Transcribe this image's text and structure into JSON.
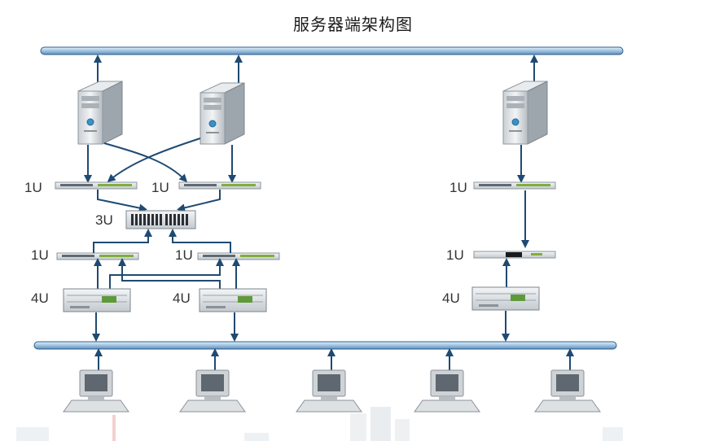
{
  "diagram": {
    "title": "服务器端架构图",
    "unit_labels": {
      "u1": "1U",
      "u3": "3U",
      "u4": "4U"
    }
  },
  "colors": {
    "bus_fill": "#aacbe4",
    "bus_stroke": "#2c5d8c",
    "arrow": "#1f4a72",
    "server_body": "#dfe3e6",
    "monitor_body": "#cfd3d6"
  }
}
